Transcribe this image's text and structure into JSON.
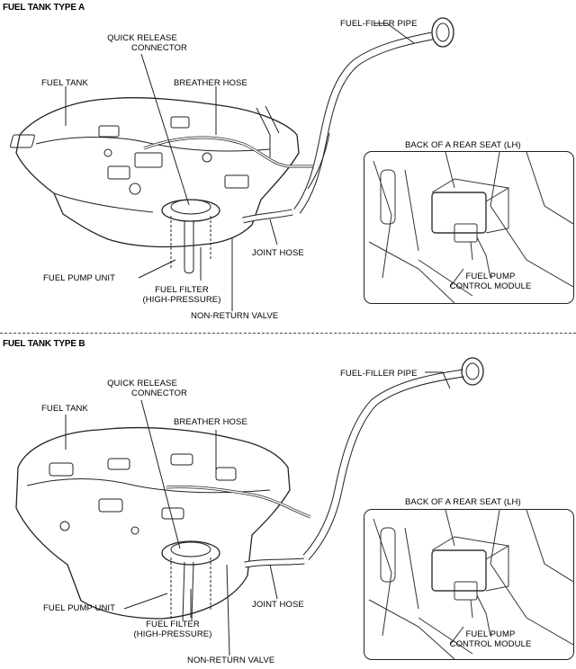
{
  "sections": [
    {
      "title": "FUEL TANK TYPE A",
      "labels": {
        "fuel_filler_pipe": "FUEL-FILLER PIPE",
        "quick_release_connector": [
          "QUICK RELEASE",
          "CONNECTOR"
        ],
        "fuel_tank": "FUEL TANK",
        "breather_hose": "BREATHER HOSE",
        "back_of_rear_seat": "BACK OF A REAR SEAT (LH)",
        "joint_hose": "JOINT HOSE",
        "fuel_pump_unit": "FUEL PUMP UNIT",
        "fuel_pump_control_module": [
          "FUEL PUMP",
          "CONTROL MODULE"
        ],
        "fuel_filter": [
          "FUEL FILTER",
          "(HIGH-PRESSURE)"
        ],
        "non_return_valve": "NON-RETURN VALVE"
      }
    },
    {
      "title": "FUEL TANK TYPE B",
      "labels": {
        "fuel_filler_pipe": "FUEL-FILLER PIPE",
        "quick_release_connector": [
          "QUICK RELEASE",
          "CONNECTOR"
        ],
        "fuel_tank": "FUEL TANK",
        "breather_hose": "BREATHER HOSE",
        "back_of_rear_seat": "BACK OF A REAR SEAT (LH)",
        "joint_hose": "JOINT HOSE",
        "fuel_pump_unit": "FUEL PUMP UNIT",
        "fuel_pump_control_module": [
          "FUEL PUMP",
          "CONTROL MODULE"
        ],
        "fuel_filter": [
          "FUEL FILTER",
          "(HIGH-PRESSURE)"
        ],
        "non_return_valve": "NON-RETURN VALVE"
      }
    }
  ]
}
